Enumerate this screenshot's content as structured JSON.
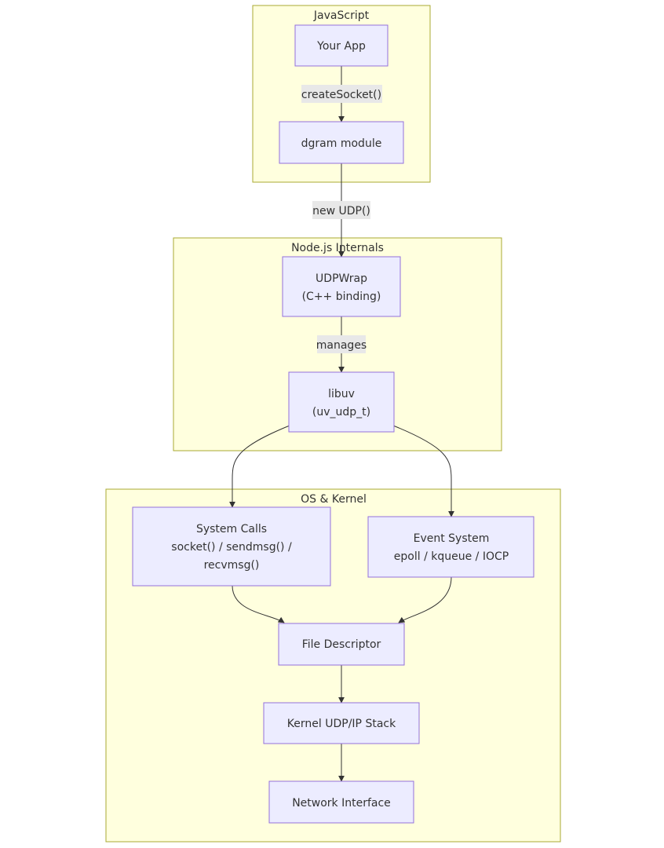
{
  "colors": {
    "cluster_fill": "#ffffde",
    "cluster_stroke": "#aaaa33",
    "node_fill": "#ececff",
    "node_stroke": "#9370db",
    "edge": "#333333",
    "edge_label_bg": "#e8e8e8",
    "text": "#333333"
  },
  "groups": {
    "javascript": "JavaScript",
    "internals": "Node.js Internals",
    "os": "OS & Kernel"
  },
  "nodes": {
    "your_app": [
      "Your App"
    ],
    "dgram": [
      "dgram module"
    ],
    "udpwrap": [
      "UDPWrap",
      "(C++ binding)"
    ],
    "libuv": [
      "libuv",
      "(uv_udp_t)"
    ],
    "syscalls": [
      "System Calls",
      "socket() / sendmsg() /",
      "recvmsg()"
    ],
    "events": [
      "Event System",
      "epoll / kqueue / IOCP"
    ],
    "fd": [
      "File Descriptor"
    ],
    "stack": [
      "Kernel UDP/IP Stack"
    ],
    "nic": [
      "Network Interface"
    ]
  },
  "edges": [
    {
      "from": "your_app",
      "to": "dgram",
      "label": "createSocket()"
    },
    {
      "from": "dgram",
      "to": "udpwrap",
      "label": "new UDP()"
    },
    {
      "from": "udpwrap",
      "to": "libuv",
      "label": "manages"
    },
    {
      "from": "libuv",
      "to": "syscalls",
      "label": ""
    },
    {
      "from": "libuv",
      "to": "events",
      "label": ""
    },
    {
      "from": "syscalls",
      "to": "fd",
      "label": ""
    },
    {
      "from": "events",
      "to": "fd",
      "label": ""
    },
    {
      "from": "fd",
      "to": "stack",
      "label": ""
    },
    {
      "from": "stack",
      "to": "nic",
      "label": ""
    }
  ]
}
